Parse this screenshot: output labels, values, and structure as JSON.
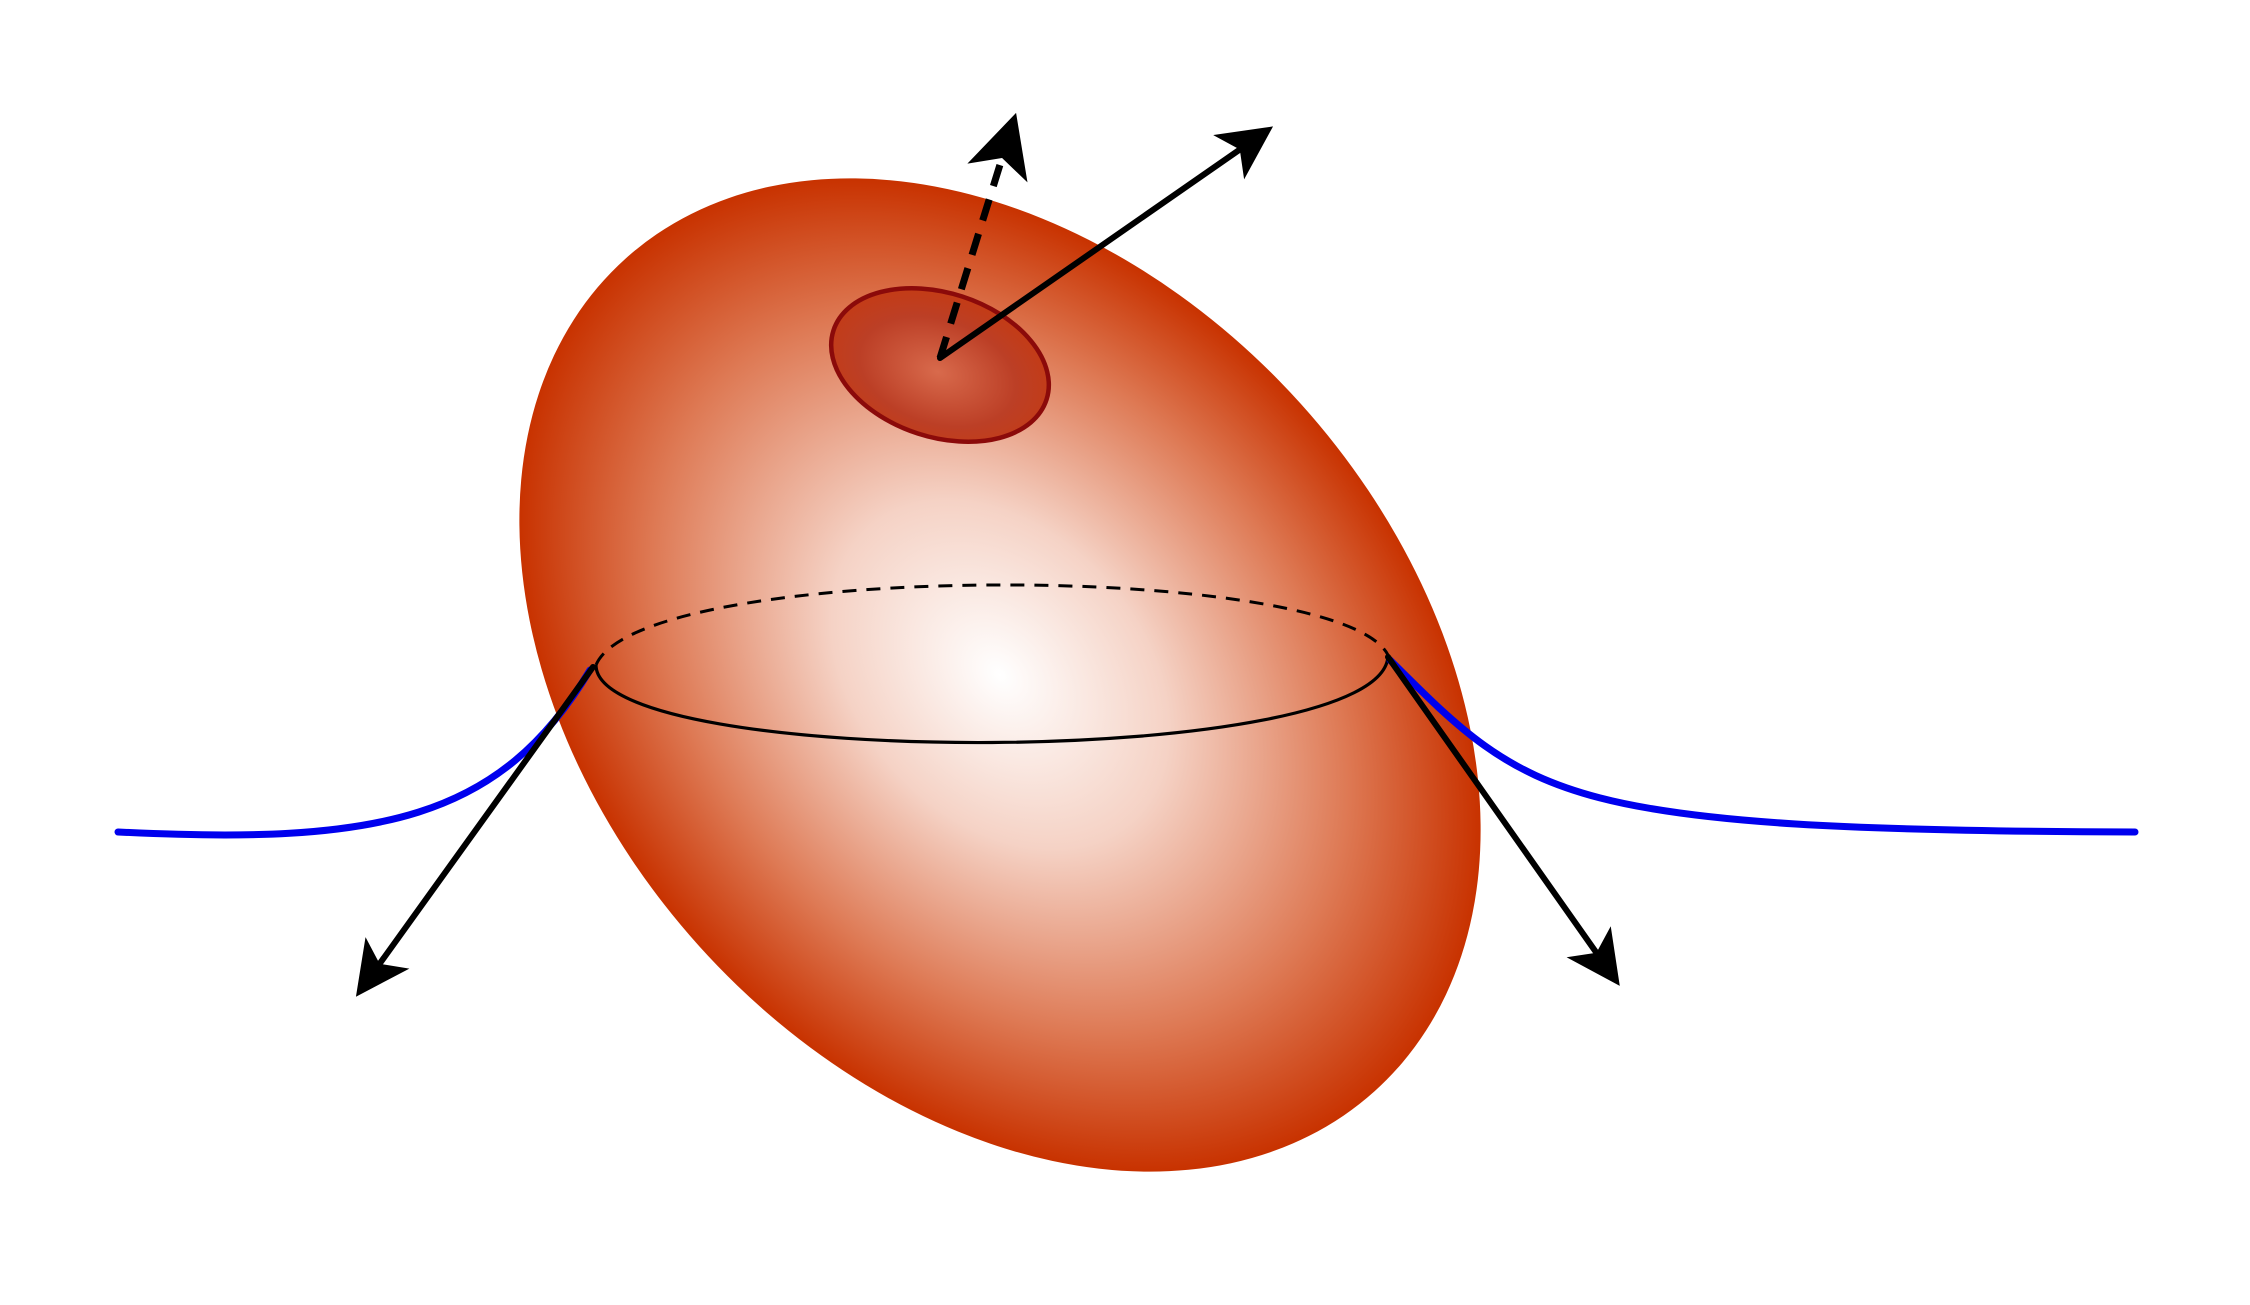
{
  "diagram": {
    "description_free": true,
    "colors": {
      "body_edge": "#c83200",
      "body_center": "#ffffff",
      "patch_fill": "#b53a26",
      "patch_outline": "#8b0a0a",
      "interface_curve": "#0000ee",
      "arrows": "#000000",
      "ring": "#000000",
      "background": "#ffffff"
    },
    "arrows": [
      {
        "name": "normal-vector-top",
        "style": "solid"
      },
      {
        "name": "normal-vector-top-dashed",
        "style": "dashed"
      },
      {
        "name": "tangent-vector-left",
        "style": "solid"
      },
      {
        "name": "tangent-vector-right",
        "style": "solid"
      }
    ],
    "curves": [
      {
        "name": "interface-curve-left",
        "color": "#0000ee"
      },
      {
        "name": "interface-curve-right",
        "color": "#0000ee"
      }
    ]
  }
}
